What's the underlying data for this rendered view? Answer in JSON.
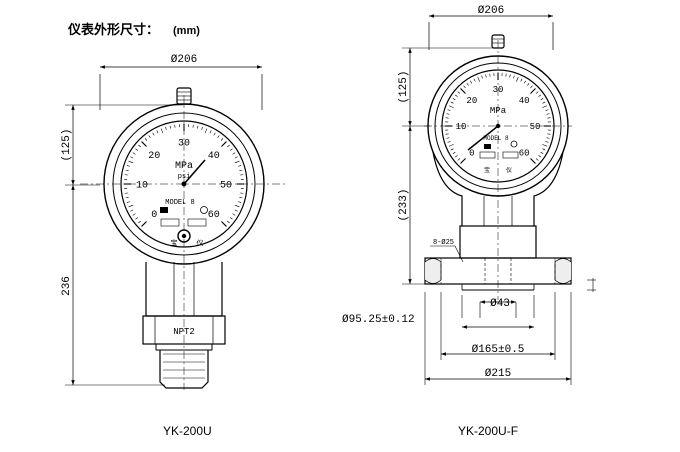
{
  "heading": {
    "title": "仪表外形尺寸：",
    "unit": "(mm)"
  },
  "left": {
    "caption": "YK-200U",
    "dim_width": "Ø206",
    "dim_upper": "(125)",
    "dim_height": "236",
    "thread_label": "NPT2",
    "dial": {
      "unit": "MPa",
      "unit2": "psi",
      "model": "MODEL 8",
      "scale": [
        "0",
        "10",
        "20",
        "30",
        "40",
        "50",
        "60"
      ],
      "brand_left": "宝",
      "brand_right": "仪"
    }
  },
  "right": {
    "caption": "YK-200U-F",
    "dim_width": "Ø206",
    "dim_upper": "(125)",
    "dim_height": "(233)",
    "dim_bolt": "8-Ø25",
    "dim_bore": "Ø43",
    "dim_raised": "Ø95.25±0.12",
    "dim_pcd": "Ø165±0.5",
    "dim_flange": "Ø215",
    "dial": {
      "unit": "MPa",
      "model": "MODEL 8",
      "scale": [
        "0",
        "10",
        "20",
        "30",
        "40",
        "50",
        "60"
      ],
      "brand_left": "宝",
      "brand_right": "仪"
    }
  }
}
